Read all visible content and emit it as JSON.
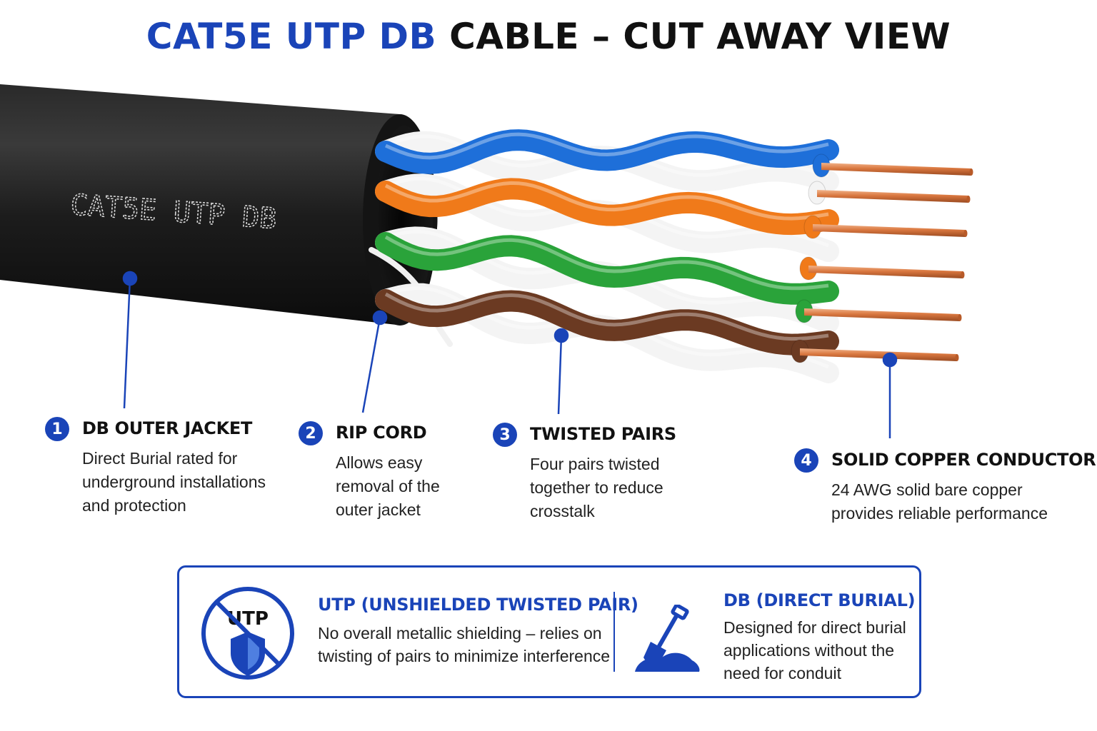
{
  "title": {
    "highlight": "CAT5E UTP DB",
    "rest": "CABLE – CUT AWAY VIEW"
  },
  "jacket_print": "CAT5E UTP DB",
  "callouts": [
    {
      "num": "1",
      "heading": "DB OUTER JACKET",
      "lines": [
        "Direct Burial rated for",
        "underground installations",
        "and protection"
      ]
    },
    {
      "num": "2",
      "heading": "RIP CORD",
      "lines": [
        "Allows easy",
        "removal of the",
        "outer jacket"
      ]
    },
    {
      "num": "3",
      "heading": "TWISTED PAIRS",
      "lines": [
        "Four pairs twisted",
        "together to reduce",
        "crosstalk"
      ]
    },
    {
      "num": "4",
      "heading": "SOLID COPPER CONDUCTORS",
      "lines": [
        "24 AWG solid bare copper",
        "provides reliable performance"
      ]
    }
  ],
  "info": {
    "utp": {
      "icon_label": "UTP",
      "heading": "UTP (UNSHIELDED TWISTED PAIR)",
      "lines": [
        "No overall metallic shielding – relies on",
        "twisting of pairs to minimize interference"
      ]
    },
    "db": {
      "heading": "DB (DIRECT BURIAL)",
      "lines": [
        "Designed for direct burial",
        "applications without the",
        "need for conduit"
      ]
    }
  },
  "colors": {
    "accent": "#1a44b8",
    "jacket": "#1b1b1b",
    "blue_wire": "#1e6fd9",
    "orange_wire": "#f07a1a",
    "green_wire": "#2aa33a",
    "brown_wire": "#6b3a22",
    "copper": "#d9773f"
  },
  "icons": [
    "no-shield-icon",
    "shovel-icon"
  ]
}
